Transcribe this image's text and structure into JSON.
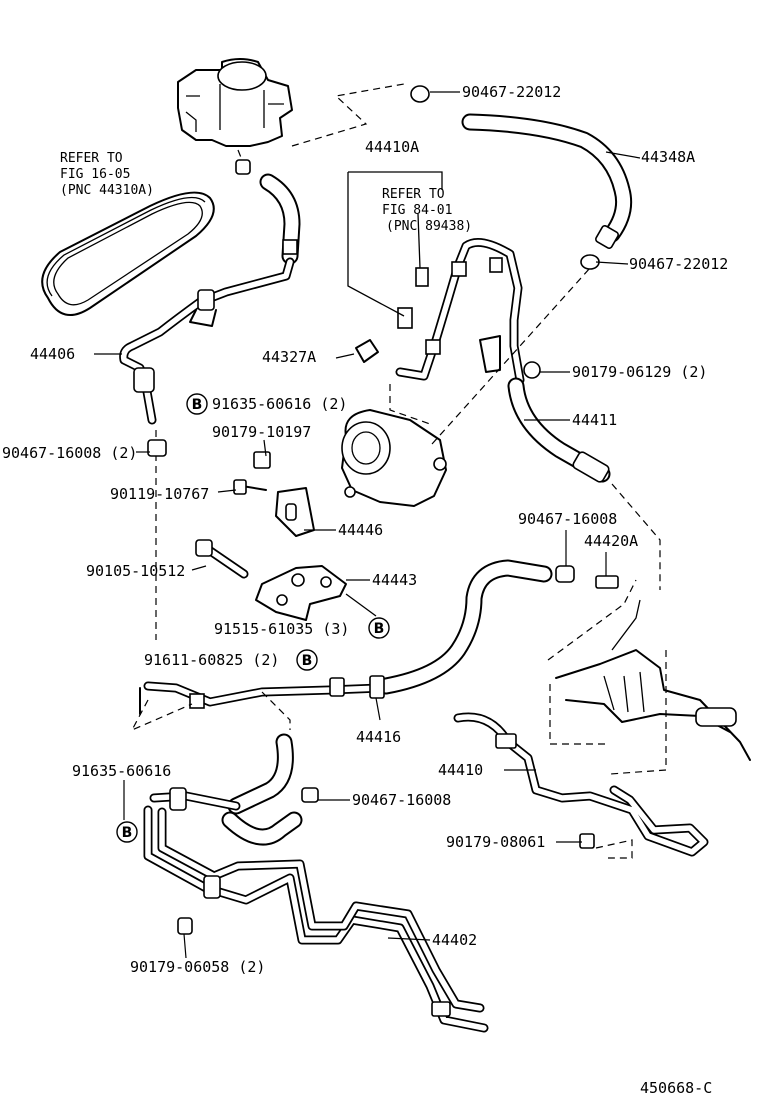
{
  "labels": {
    "refer_belt": [
      "REFER TO",
      "FIG 16-05",
      "(PNC 44310A)"
    ],
    "refer_switch": [
      "REFER TO",
      "FIG 84-01",
      "(PNC 89438)"
    ],
    "p44410A": "44410A",
    "p44348A": "44348A",
    "p90467_22012_top": "90467-22012",
    "p90467_22012_mid": "90467-22012",
    "p44406": "44406",
    "p44327A": "44327A",
    "p90179_06129": "90179-06129 (2)",
    "p91635_60616_2": "91635-60616 (2)",
    "p44411": "44411",
    "p90467_16008_2": "90467-16008 (2)",
    "p90179_10197": "90179-10197",
    "p90119_10767": "90119-10767",
    "p44446": "44446",
    "p90467_16008_r": "90467-16008",
    "p44420A": "44420A",
    "p90105_10512": "90105-10512",
    "p44443": "44443",
    "p91515_61035": "91515-61035 (3)",
    "p91611_60825": "91611-60825 (2)",
    "p44416": "44416",
    "p91635_60616": "91635-60616",
    "p44410": "44410",
    "p90467_16008_b": "90467-16008",
    "p90179_08061": "90179-08061",
    "p44402": "44402",
    "p90179_06058": "90179-06058 (2)",
    "ref_code": "450668-C"
  },
  "callout": "B"
}
